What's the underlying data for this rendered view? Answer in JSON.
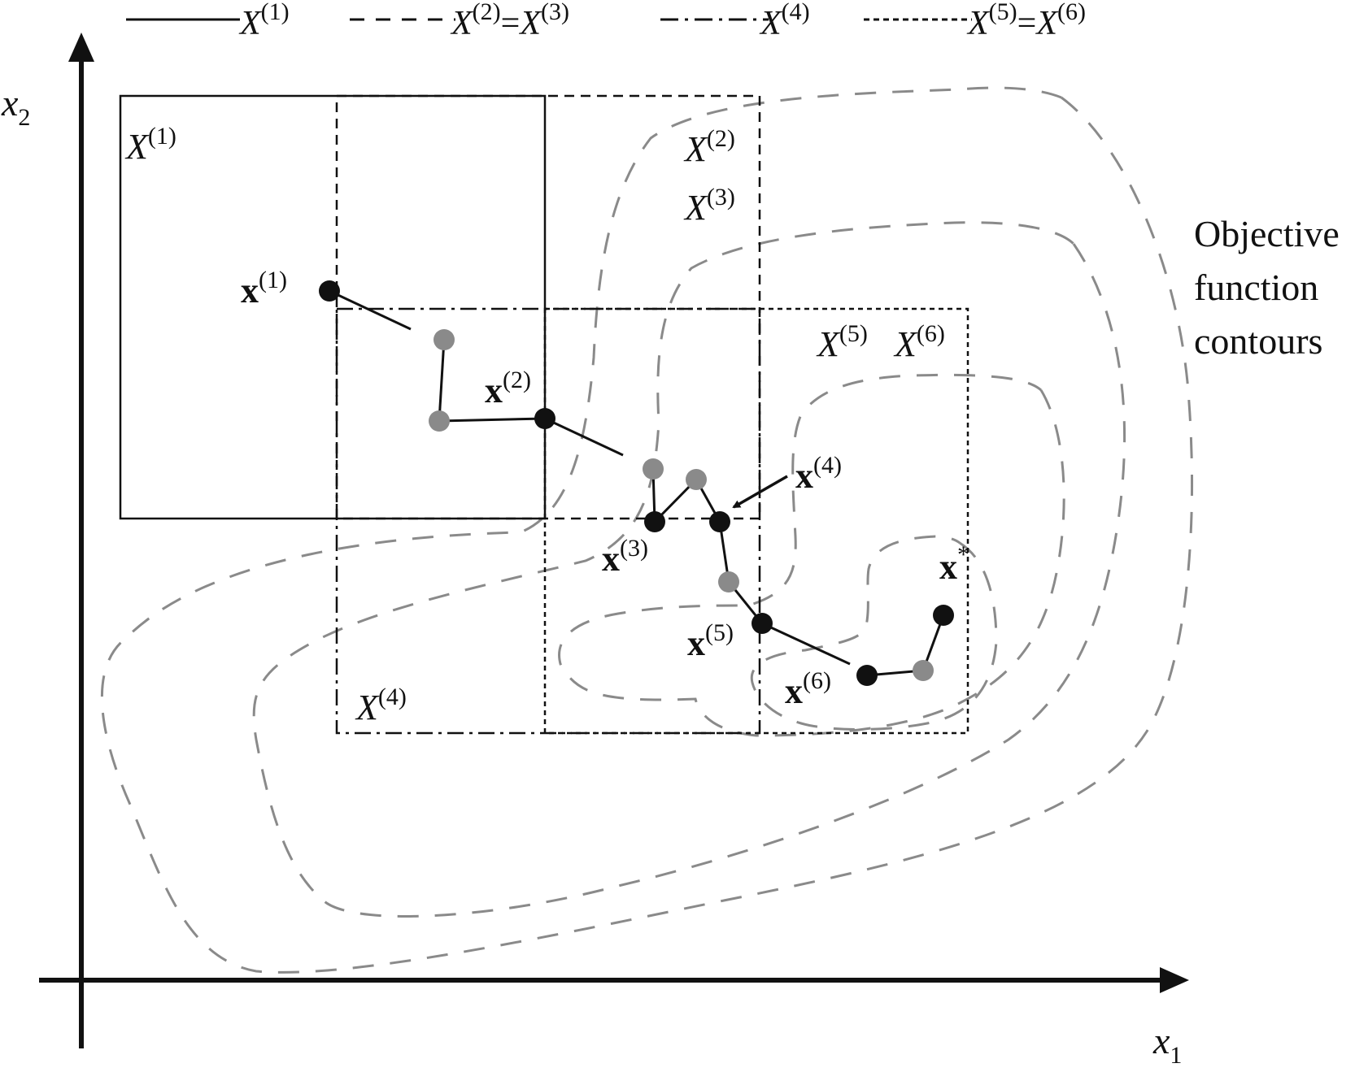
{
  "legend": [
    {
      "base": "X",
      "sup": "(1)",
      "text": ""
    },
    {
      "base": "X",
      "sup": "(2)",
      "text": "=",
      "base2": "X",
      "sup2": "(3)"
    },
    {
      "base": "X",
      "sup": "(4)",
      "text": ""
    },
    {
      "base": "X",
      "sup": "(5)",
      "text": "=",
      "base2": "X",
      "sup2": "(6)"
    }
  ],
  "axes": {
    "x_base": "x",
    "x_sub": "1",
    "y_base": "x",
    "y_sub": "2"
  },
  "region_labels": [
    {
      "id": "X1",
      "base": "X",
      "sup": "(1)"
    },
    {
      "id": "X2",
      "base": "X",
      "sup": "(2)"
    },
    {
      "id": "X3",
      "base": "X",
      "sup": "(3)"
    },
    {
      "id": "X4",
      "base": "X",
      "sup": "(4)"
    },
    {
      "id": "X5",
      "base": "X",
      "sup": "(5)"
    },
    {
      "id": "X6",
      "base": "X",
      "sup": "(6)"
    }
  ],
  "iterate_labels": [
    {
      "id": "x1",
      "base": "x",
      "sup": "(1)"
    },
    {
      "id": "x2",
      "base": "x",
      "sup": "(2)"
    },
    {
      "id": "x3",
      "base": "x",
      "sup": "(3)"
    },
    {
      "id": "x4",
      "base": "x",
      "sup": "(4)"
    },
    {
      "id": "x5",
      "base": "x",
      "sup": "(5)"
    },
    {
      "id": "x6",
      "base": "x",
      "sup": "(6)"
    },
    {
      "id": "xstar",
      "base": "x",
      "sup": "*"
    }
  ],
  "contour_note": [
    "Objective",
    "function",
    "contours"
  ],
  "colors": {
    "ink": "#111111",
    "contour": "#8a8a8a",
    "iterate": "#111111",
    "trial": "#8a8a8a"
  }
}
